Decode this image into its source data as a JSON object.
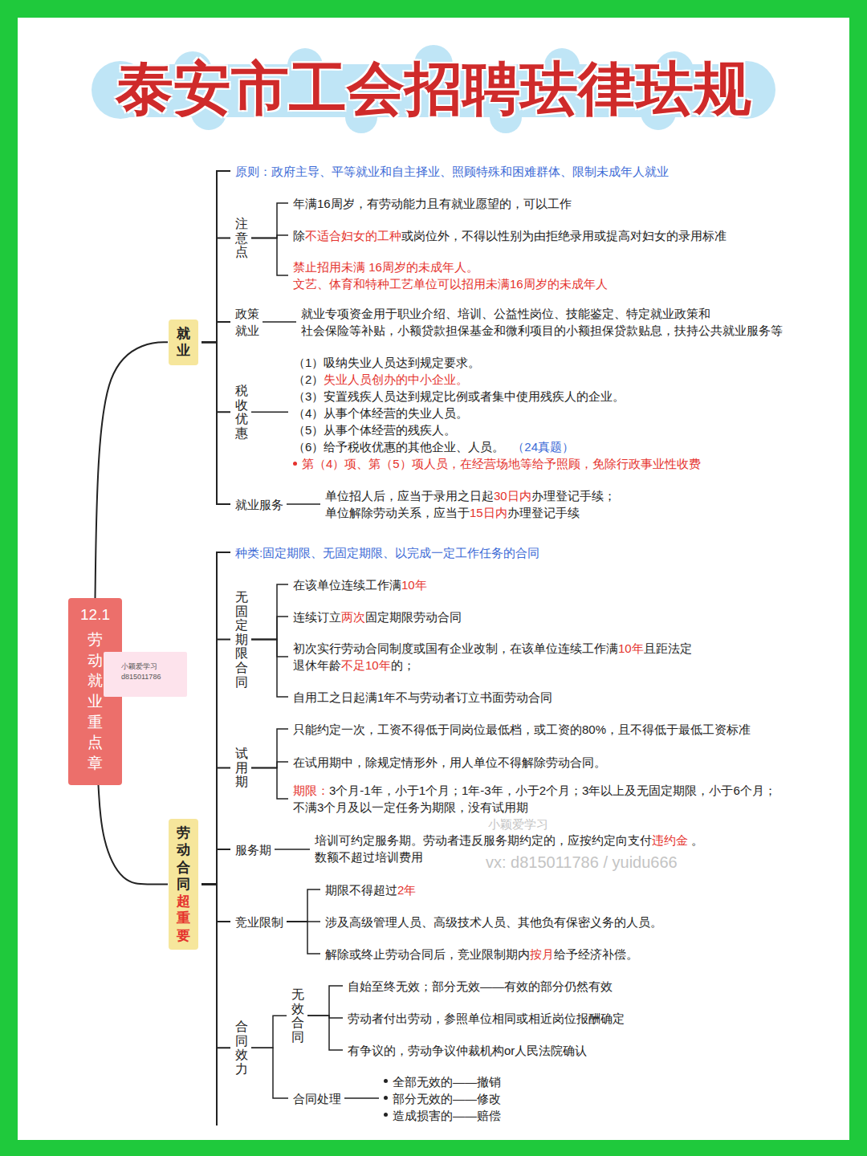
{
  "diagram": {
    "title": "泰安市工会招聘珐律珐规",
    "nodes": [
      {
        "text": [
          "12.1",
          "劳动就业重点章"
        ]
      },
      {
        "text": [
          "小颖爱学习",
          "d815011786"
        ]
      },
      {
        "text": [
          "就业"
        ]
      },
      {
        "text": [
          "劳动合同超重要"
        ]
      },
      {
        "text": [
          "原则：政府主导、平等就业和自主择业、照顾特殊和困难群体、限制未成年人就业"
        ]
      },
      {
        "text": [
          "注意点"
        ]
      },
      {
        "text": [
          "年满16周岁，有劳动能力且有就业愿望的，可以工作"
        ]
      },
      {
        "text": [
          "除不适合妇女的工种或岗位外，不得以性别为由拒绝录用或提高对妇女的录用标准"
        ]
      },
      {
        "text": [
          "禁止招用未满 16周岁的未成年人。 文艺、体育和特种工艺单位可以招用未满16周岁的未成年人"
        ]
      },
      {
        "text": [
          "政策就业"
        ]
      },
      {
        "text": [
          "就业专项资金用于职业介绍、培训、公益性岗位、技能鉴定、特定就业政策和社会保险等补贴，小额贷款担保基金和微利项目的小额担保贷款贴息，扶持公共就业服务等"
        ]
      },
      {
        "text": [
          "税收优惠"
        ]
      },
      {
        "text": [
          "（1）吸纳失业人员达到规定要求。",
          "（2）失业人员创办的中小企业。",
          "（3）安置残疾人员达到规定比例或者集中使用残疾人的企业。",
          "（4）从事个体经营的失业人员。",
          "（5）从事个体经营的残疾人。",
          "（6）给予税收优惠的其他企业、人员。",
          "（24真题）",
          "第（4）项、第（5）项人员，在经营场地等给予照顾，免除行政事业性收费"
        ]
      },
      {
        "text": [
          "就业服务"
        ]
      },
      {
        "text": [
          "单位招人后，应当于录用之日起30日内办理登记手续；",
          "单位解除劳动关系，应当于15日内办理登记手续"
        ]
      },
      {
        "text": [
          "种类:固定期限、无固定期限、以完成一定工作任务的合同"
        ]
      },
      {
        "text": [
          "无固定期限合同"
        ]
      },
      {
        "text": [
          "在该单位连续工作满10年"
        ]
      },
      {
        "text": [
          "连续订立两次固定期限劳动合同"
        ]
      },
      {
        "text": [
          "初次实行劳动合同制度或国有企业改制，在该单位连续工作满10年且距法定退休年龄不足10年的；"
        ]
      },
      {
        "text": [
          "自用工之日起满1年不与劳动者订立书面劳动合同"
        ]
      },
      {
        "text": [
          "试用期"
        ]
      },
      {
        "text": [
          "只能约定一次，工资不得低于同岗位最低档，或工资的80%，且不得低于最低工资标准"
        ]
      },
      {
        "text": [
          "在试用期中，除规定情形外，用人单位不得解除劳动合同。"
        ]
      },
      {
        "text": [
          "期限：3个月-1年，小于1个月；1年-3年，小于2个月；3年以上及无固定期限，小于6个月； 不满3个月及以一定任务为期限，没有试用期"
        ]
      },
      {
        "text": [
          "服务期"
        ]
      },
      {
        "text": [
          "培训可约定服务期。劳动者违反服务期约定的，应按约定向支付违约金 。 数额不超过培训费用"
        ]
      },
      {
        "text": [
          "竞业限制"
        ]
      },
      {
        "text": [
          "期限不得超过2年"
        ]
      },
      {
        "text": [
          "涉及高级管理人员、高级技术人员、其他负有保密义务的人员。"
        ]
      },
      {
        "text": [
          "解除或终止劳动合同后，竞业限制期内按月给予经济补偿。"
        ]
      },
      {
        "text": [
          "合同效力"
        ]
      },
      {
        "text": [
          "无效合同"
        ]
      },
      {
        "text": [
          "自始至终无效；部分无效——有效的部分仍然有效"
        ]
      },
      {
        "text": [
          "劳动者付出劳动，参照单位相同或相近岗位报酬确定"
        ]
      },
      {
        "text": [
          "有争议的，劳动争议仲裁机构or人民法院确认"
        ]
      },
      {
        "text": [
          "合同处理"
        ]
      },
      {
        "text": [
          "全部无效的——撤销",
          "部分无效的——修改",
          "造成损害的——赔偿"
        ]
      }
    ],
    "edges": [
      {
        "from": 0,
        "to": 2,
        "arrow": "none"
      },
      {
        "from": 0,
        "to": 3,
        "arrow": "none"
      },
      {
        "from": 2,
        "to": 4,
        "arrow": "none"
      },
      {
        "from": 2,
        "to": 5,
        "arrow": "none"
      },
      {
        "from": 2,
        "to": 9,
        "arrow": "none"
      },
      {
        "from": 2,
        "to": 11,
        "arrow": "none"
      },
      {
        "from": 2,
        "to": 13,
        "arrow": "none"
      },
      {
        "from": 5,
        "to": 6,
        "arrow": "none"
      },
      {
        "from": 5,
        "to": 7,
        "arrow": "none"
      },
      {
        "from": 5,
        "to": 8,
        "arrow": "none"
      },
      {
        "from": 9,
        "to": 10,
        "arrow": "none"
      },
      {
        "from": 11,
        "to": 12,
        "arrow": "none"
      },
      {
        "from": 13,
        "to": 14,
        "arrow": "none"
      },
      {
        "from": 3,
        "to": 15,
        "arrow": "none"
      },
      {
        "from": 3,
        "to": 16,
        "arrow": "none"
      },
      {
        "from": 3,
        "to": 21,
        "arrow": "none"
      },
      {
        "from": 3,
        "to": 25,
        "arrow": "none"
      },
      {
        "from": 3,
        "to": 27,
        "arrow": "none"
      },
      {
        "from": 3,
        "to": 31,
        "arrow": "none"
      },
      {
        "from": 16,
        "to": 17,
        "arrow": "none"
      },
      {
        "from": 16,
        "to": 18,
        "arrow": "none"
      },
      {
        "from": 16,
        "to": 19,
        "arrow": "none"
      },
      {
        "from": 16,
        "to": 20,
        "arrow": "none"
      },
      {
        "from": 21,
        "to": 22,
        "arrow": "none"
      },
      {
        "from": 21,
        "to": 23,
        "arrow": "none"
      },
      {
        "from": 21,
        "to": 24,
        "arrow": "none"
      },
      {
        "from": 25,
        "to": 26,
        "arrow": "none"
      },
      {
        "from": 27,
        "to": 28,
        "arrow": "none"
      },
      {
        "from": 27,
        "to": 29,
        "arrow": "none"
      },
      {
        "from": 27,
        "to": 30,
        "arrow": "none"
      },
      {
        "from": 31,
        "to": 32,
        "arrow": "none"
      },
      {
        "from": 31,
        "to": 36,
        "arrow": "none"
      },
      {
        "from": 32,
        "to": 33,
        "arrow": "none"
      },
      {
        "from": 32,
        "to": 34,
        "arrow": "none"
      },
      {
        "from": 32,
        "to": 35,
        "arrow": "none"
      },
      {
        "from": 36,
        "to": 37,
        "arrow": "none"
      }
    ],
    "labels": [
      "小颖爱学习",
      "vx: d815011786 / yuidu666"
    ]
  }
}
